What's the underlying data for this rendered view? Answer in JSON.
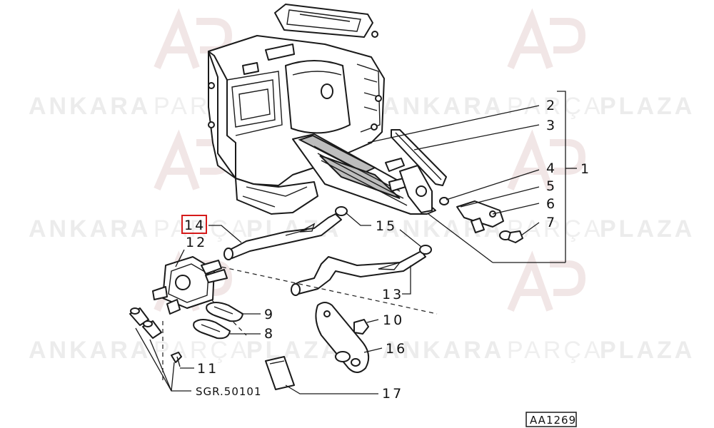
{
  "watermark": {
    "word1": "ANKARA",
    "word2": "PARÇA",
    "word3": "PLAZA",
    "logo": "AP"
  },
  "labels": {
    "l1": "1",
    "l2": "2",
    "l3": "3",
    "l4": "4",
    "l5": "5",
    "l6": "6",
    "l7": "7",
    "l8": "8",
    "l9": "9",
    "l10": "10",
    "l11": "11",
    "l12": "12",
    "l13": "13",
    "l14": "14",
    "l15": "15",
    "l16": "16",
    "l17": "17",
    "sgr": "SGR.50101",
    "code": "AA1269"
  },
  "highlight": {
    "label": "14",
    "color": "#d61a1a"
  }
}
